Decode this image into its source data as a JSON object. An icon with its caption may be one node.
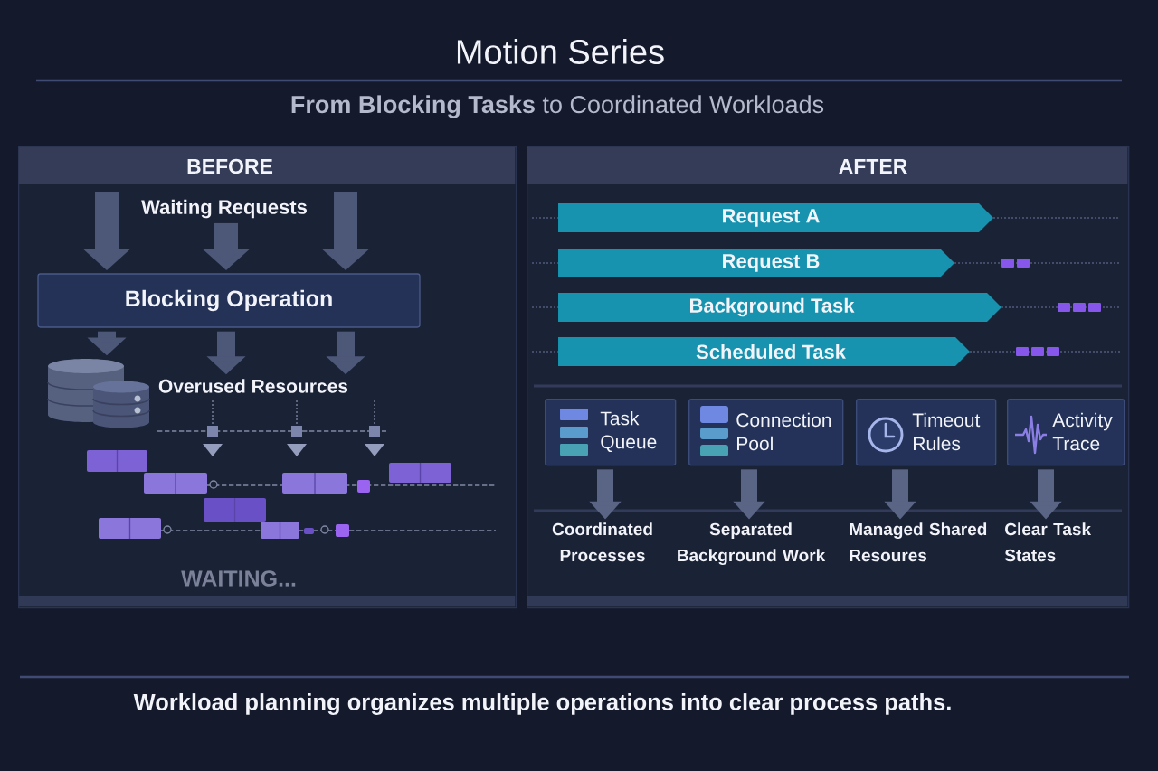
{
  "diagram": {
    "title": "Motion Series",
    "caption": "Workload planning organizes multiple operations into clear process paths.",
    "nodes": [
      {
        "text": [
          "BEFORE"
        ]
      },
      {
        "text": [
          "Waiting Requests"
        ],
        "in": 0
      },
      {
        "text": [
          "Blocking Operation"
        ],
        "in": 0
      },
      {
        "text": [],
        "shape": "cylinder",
        "in": 0
      },
      {
        "text": [
          "Overused Resources"
        ],
        "in": 0
      },
      {
        "text": [
          "AFTER"
        ]
      },
      {
        "text": [
          "Request A"
        ],
        "in": 5
      },
      {
        "text": [
          "Request B"
        ],
        "in": 5
      },
      {
        "text": [
          "Background Task"
        ],
        "in": 5
      },
      {
        "text": [
          "Scheduled Task"
        ],
        "in": 5
      },
      {
        "text": [
          "Task Queue"
        ],
        "in": 5
      },
      {
        "text": [
          "Connection Pool"
        ],
        "in": 5
      },
      {
        "text": [
          "Timeout Rules"
        ],
        "in": 5
      },
      {
        "text": [
          "Activity Trace"
        ],
        "in": 5
      },
      {
        "text": [
          "Coordinated Processes"
        ],
        "in": 5
      },
      {
        "text": [
          "Separated Background Work"
        ],
        "in": 5
      },
      {
        "text": [
          "Managed Shared Resoures"
        ],
        "in": 5
      },
      {
        "text": [
          "Clear Task States"
        ],
        "in": 5
      }
    ],
    "edges": [
      {
        "from": null,
        "to": 2,
        "arrow": "to"
      },
      {
        "from": 1,
        "to": 2,
        "arrow": "to"
      },
      {
        "from": null,
        "to": 2,
        "arrow": "to"
      },
      {
        "from": 2,
        "to": 3,
        "arrow": "to"
      },
      {
        "from": 2,
        "to": 4,
        "arrow": "to"
      },
      {
        "from": 2,
        "to": 4,
        "arrow": "to"
      },
      {
        "from": 10,
        "to": 14,
        "arrow": "to"
      },
      {
        "from": 11,
        "to": 15,
        "arrow": "to"
      },
      {
        "from": 12,
        "to": 16,
        "arrow": "to"
      },
      {
        "from": 13,
        "to": 17,
        "arrow": "to"
      }
    ],
    "labels": [
      "**From Blocking Tasks** to Coordinated Workloads",
      "WAITING..."
    ]
  }
}
